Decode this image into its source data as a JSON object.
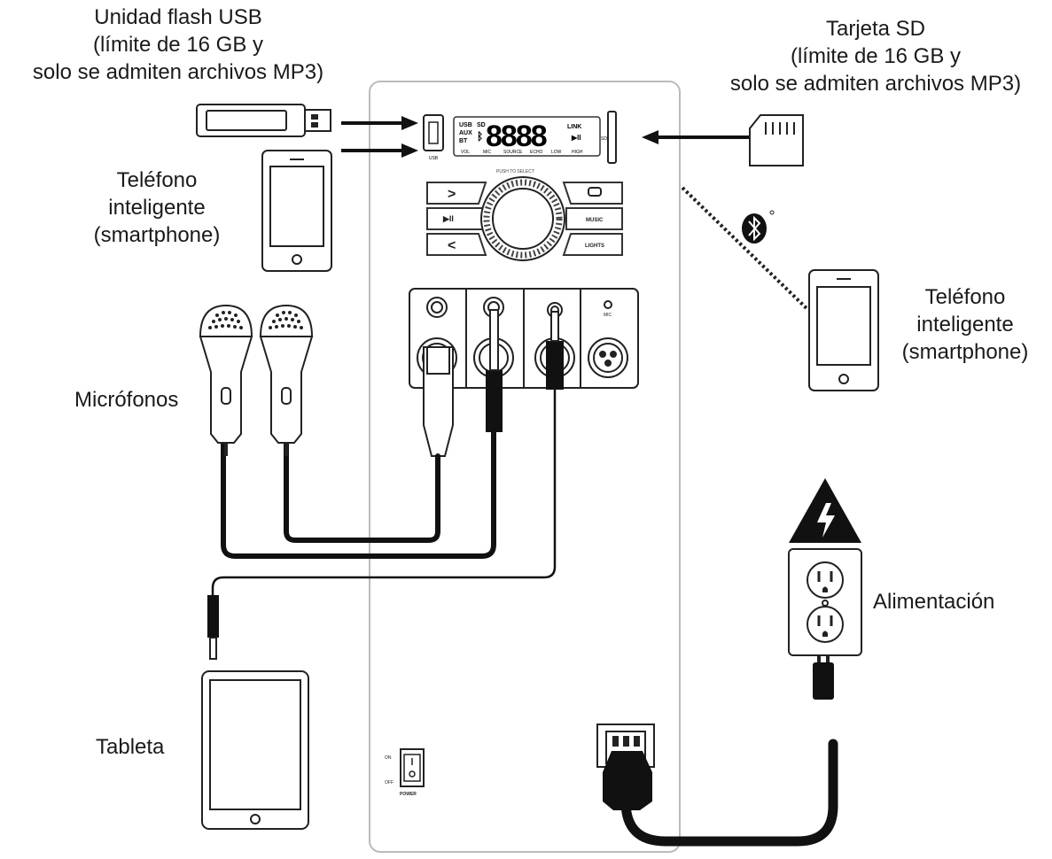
{
  "labels": {
    "usb": [
      "Unidad flash USB",
      "(límite de 16 GB y",
      "solo se admiten archivos MP3)"
    ],
    "sd": [
      "Tarjeta SD",
      "(límite de 16 GB y",
      "solo se admiten archivos MP3)"
    ],
    "phone_left": [
      "Teléfono",
      "inteligente",
      "(smartphone)"
    ],
    "phone_right": [
      "Teléfono",
      "inteligente",
      "(smartphone)"
    ],
    "microphones": "Micrófonos",
    "power": "Alimentación",
    "tablet": "Tableta"
  },
  "panel": {
    "display_left": [
      "USB",
      "AUX",
      "BT"
    ],
    "display_sd": "SD",
    "display_digits": "8888",
    "display_right": "LINK",
    "display_bottom": [
      "VOL",
      "MIC",
      "SOURCE",
      "ECHO",
      "LOW",
      "HIGH"
    ],
    "knob_label": "PUSH TO SELECT",
    "usb_port_label": "USB",
    "sd_slot_label": "SD",
    "buttons": [
      "MUSIC",
      "LIGHTS"
    ],
    "input_label": "MIC",
    "switch_on": "ON",
    "switch_off": "OFF",
    "switch_label": "POWER"
  },
  "colors": {
    "line": "#111111",
    "panel_stroke": "#bbbbbb"
  }
}
